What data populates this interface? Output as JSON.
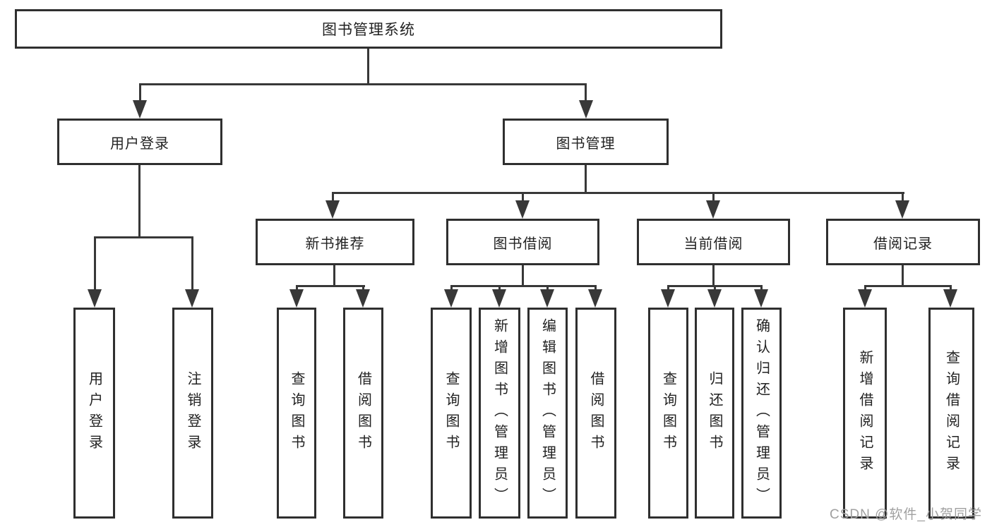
{
  "diagram": {
    "tree": {
      "root": {
        "label": "图书管理系统"
      },
      "branches": [
        {
          "label": "用户登录",
          "children": [
            {
              "label": "用户登录"
            },
            {
              "label": "注销登录"
            }
          ]
        },
        {
          "label": "图书管理",
          "children": [
            {
              "label": "新书推荐",
              "children": [
                {
                  "label": "查询图书"
                },
                {
                  "label": "借阅图书"
                }
              ]
            },
            {
              "label": "图书借阅",
              "children": [
                {
                  "label": "查询图书"
                },
                {
                  "label": "新增图书（管理员）"
                },
                {
                  "label": "编辑图书（管理员）"
                },
                {
                  "label": "借阅图书"
                }
              ]
            },
            {
              "label": "当前借阅",
              "children": [
                {
                  "label": "查询图书"
                },
                {
                  "label": "归还图书"
                },
                {
                  "label": "确认归还（管理员）"
                }
              ]
            },
            {
              "label": "借阅记录",
              "children": [
                {
                  "label": "新增借阅记录"
                },
                {
                  "label": "查询借阅记录"
                }
              ]
            }
          ]
        }
      ]
    }
  },
  "watermark": {
    "text": "CSDN @软件_小贺同学"
  },
  "colors": {
    "line": "#383838",
    "border": "#2f2f2f",
    "text": "#222222",
    "watermark": "#a0a0a0",
    "background": "#ffffff"
  }
}
